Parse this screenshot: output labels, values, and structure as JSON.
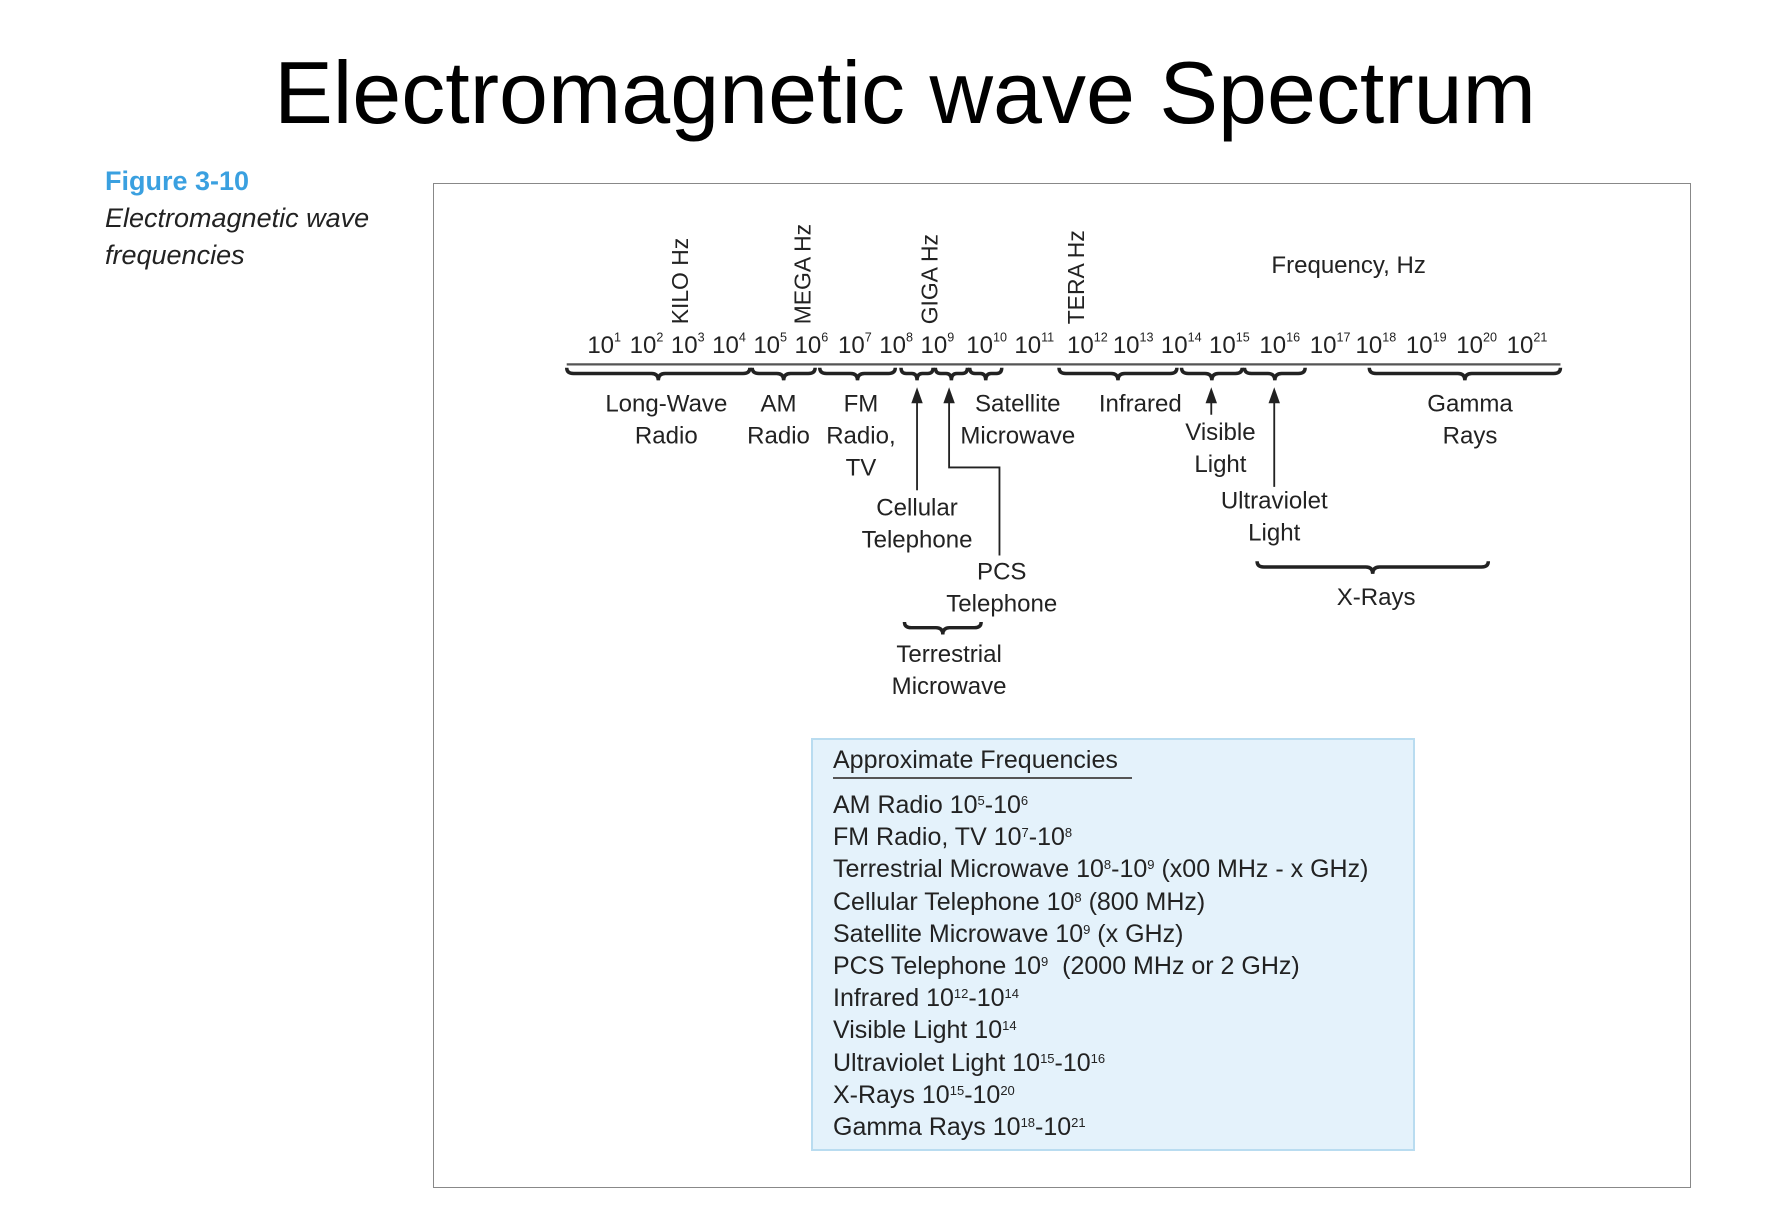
{
  "title": "Electromagnetic wave Spectrum",
  "figure": {
    "number": "Figure 3-10",
    "caption": "Electromagnetic wave frequencies"
  },
  "axis": {
    "label": "Frequency, Hz",
    "base": "10",
    "exponents": [
      "1",
      "2",
      "3",
      "4",
      "5",
      "6",
      "7",
      "8",
      "9",
      "10",
      "11",
      "12",
      "13",
      "14",
      "15",
      "16",
      "17",
      "18",
      "19",
      "20",
      "21"
    ],
    "prefixes": [
      "KILO Hz",
      "MEGA Hz",
      "GIGA Hz",
      "TERA Hz"
    ]
  },
  "bands": {
    "long_wave": [
      "Long-Wave",
      "Radio"
    ],
    "am": [
      "AM",
      "Radio"
    ],
    "fm": [
      "FM",
      "Radio,",
      "TV"
    ],
    "satellite": [
      "Satellite",
      "Microwave"
    ],
    "infrared": [
      "Infrared"
    ],
    "visible": [
      "Visible",
      "Light"
    ],
    "gamma": [
      "Gamma",
      "Rays"
    ],
    "cellular": [
      "Cellular",
      "Telephone"
    ],
    "pcs": [
      "PCS",
      "Telephone"
    ],
    "ultraviolet": [
      "Ultraviolet",
      "Light"
    ],
    "xrays": [
      "X-Rays"
    ],
    "terrestrial": [
      "Terrestrial",
      "Microwave"
    ]
  },
  "approx": {
    "heading": "Approximate Frequencies",
    "lines": [
      [
        {
          "t": "AM Radio 10"
        },
        {
          "s": "5"
        },
        {
          "t": "-10"
        },
        {
          "s": "6"
        }
      ],
      [
        {
          "t": "FM Radio, TV 10"
        },
        {
          "s": "7"
        },
        {
          "t": "-10"
        },
        {
          "s": "8"
        }
      ],
      [
        {
          "t": "Terrestrial Microwave 10"
        },
        {
          "s": "8"
        },
        {
          "t": "-10"
        },
        {
          "s": "9"
        },
        {
          "t": " (x00 MHz - x GHz)"
        }
      ],
      [
        {
          "t": "Cellular Telephone 10"
        },
        {
          "s": "8"
        },
        {
          "t": " (800 MHz)"
        }
      ],
      [
        {
          "t": "Satellite Microwave 10"
        },
        {
          "s": "9"
        },
        {
          "t": " (x GHz)"
        }
      ],
      [
        {
          "t": "PCS Telephone 10"
        },
        {
          "s": "9"
        },
        {
          "t": "  (2000 MHz or 2 GHz)"
        }
      ],
      [
        {
          "t": "Infrared 10"
        },
        {
          "s": "12"
        },
        {
          "t": "-10"
        },
        {
          "s": "14"
        }
      ],
      [
        {
          "t": "Visible Light 10"
        },
        {
          "s": "14"
        }
      ],
      [
        {
          "t": "Ultraviolet Light 10"
        },
        {
          "s": "15"
        },
        {
          "t": "-10"
        },
        {
          "s": "16"
        }
      ],
      [
        {
          "t": "X-Rays 10"
        },
        {
          "s": "15"
        },
        {
          "t": "-10"
        },
        {
          "s": "20"
        }
      ],
      [
        {
          "t": "Gamma Rays 10"
        },
        {
          "s": "18"
        },
        {
          "t": "-10"
        },
        {
          "s": "21"
        }
      ]
    ]
  }
}
